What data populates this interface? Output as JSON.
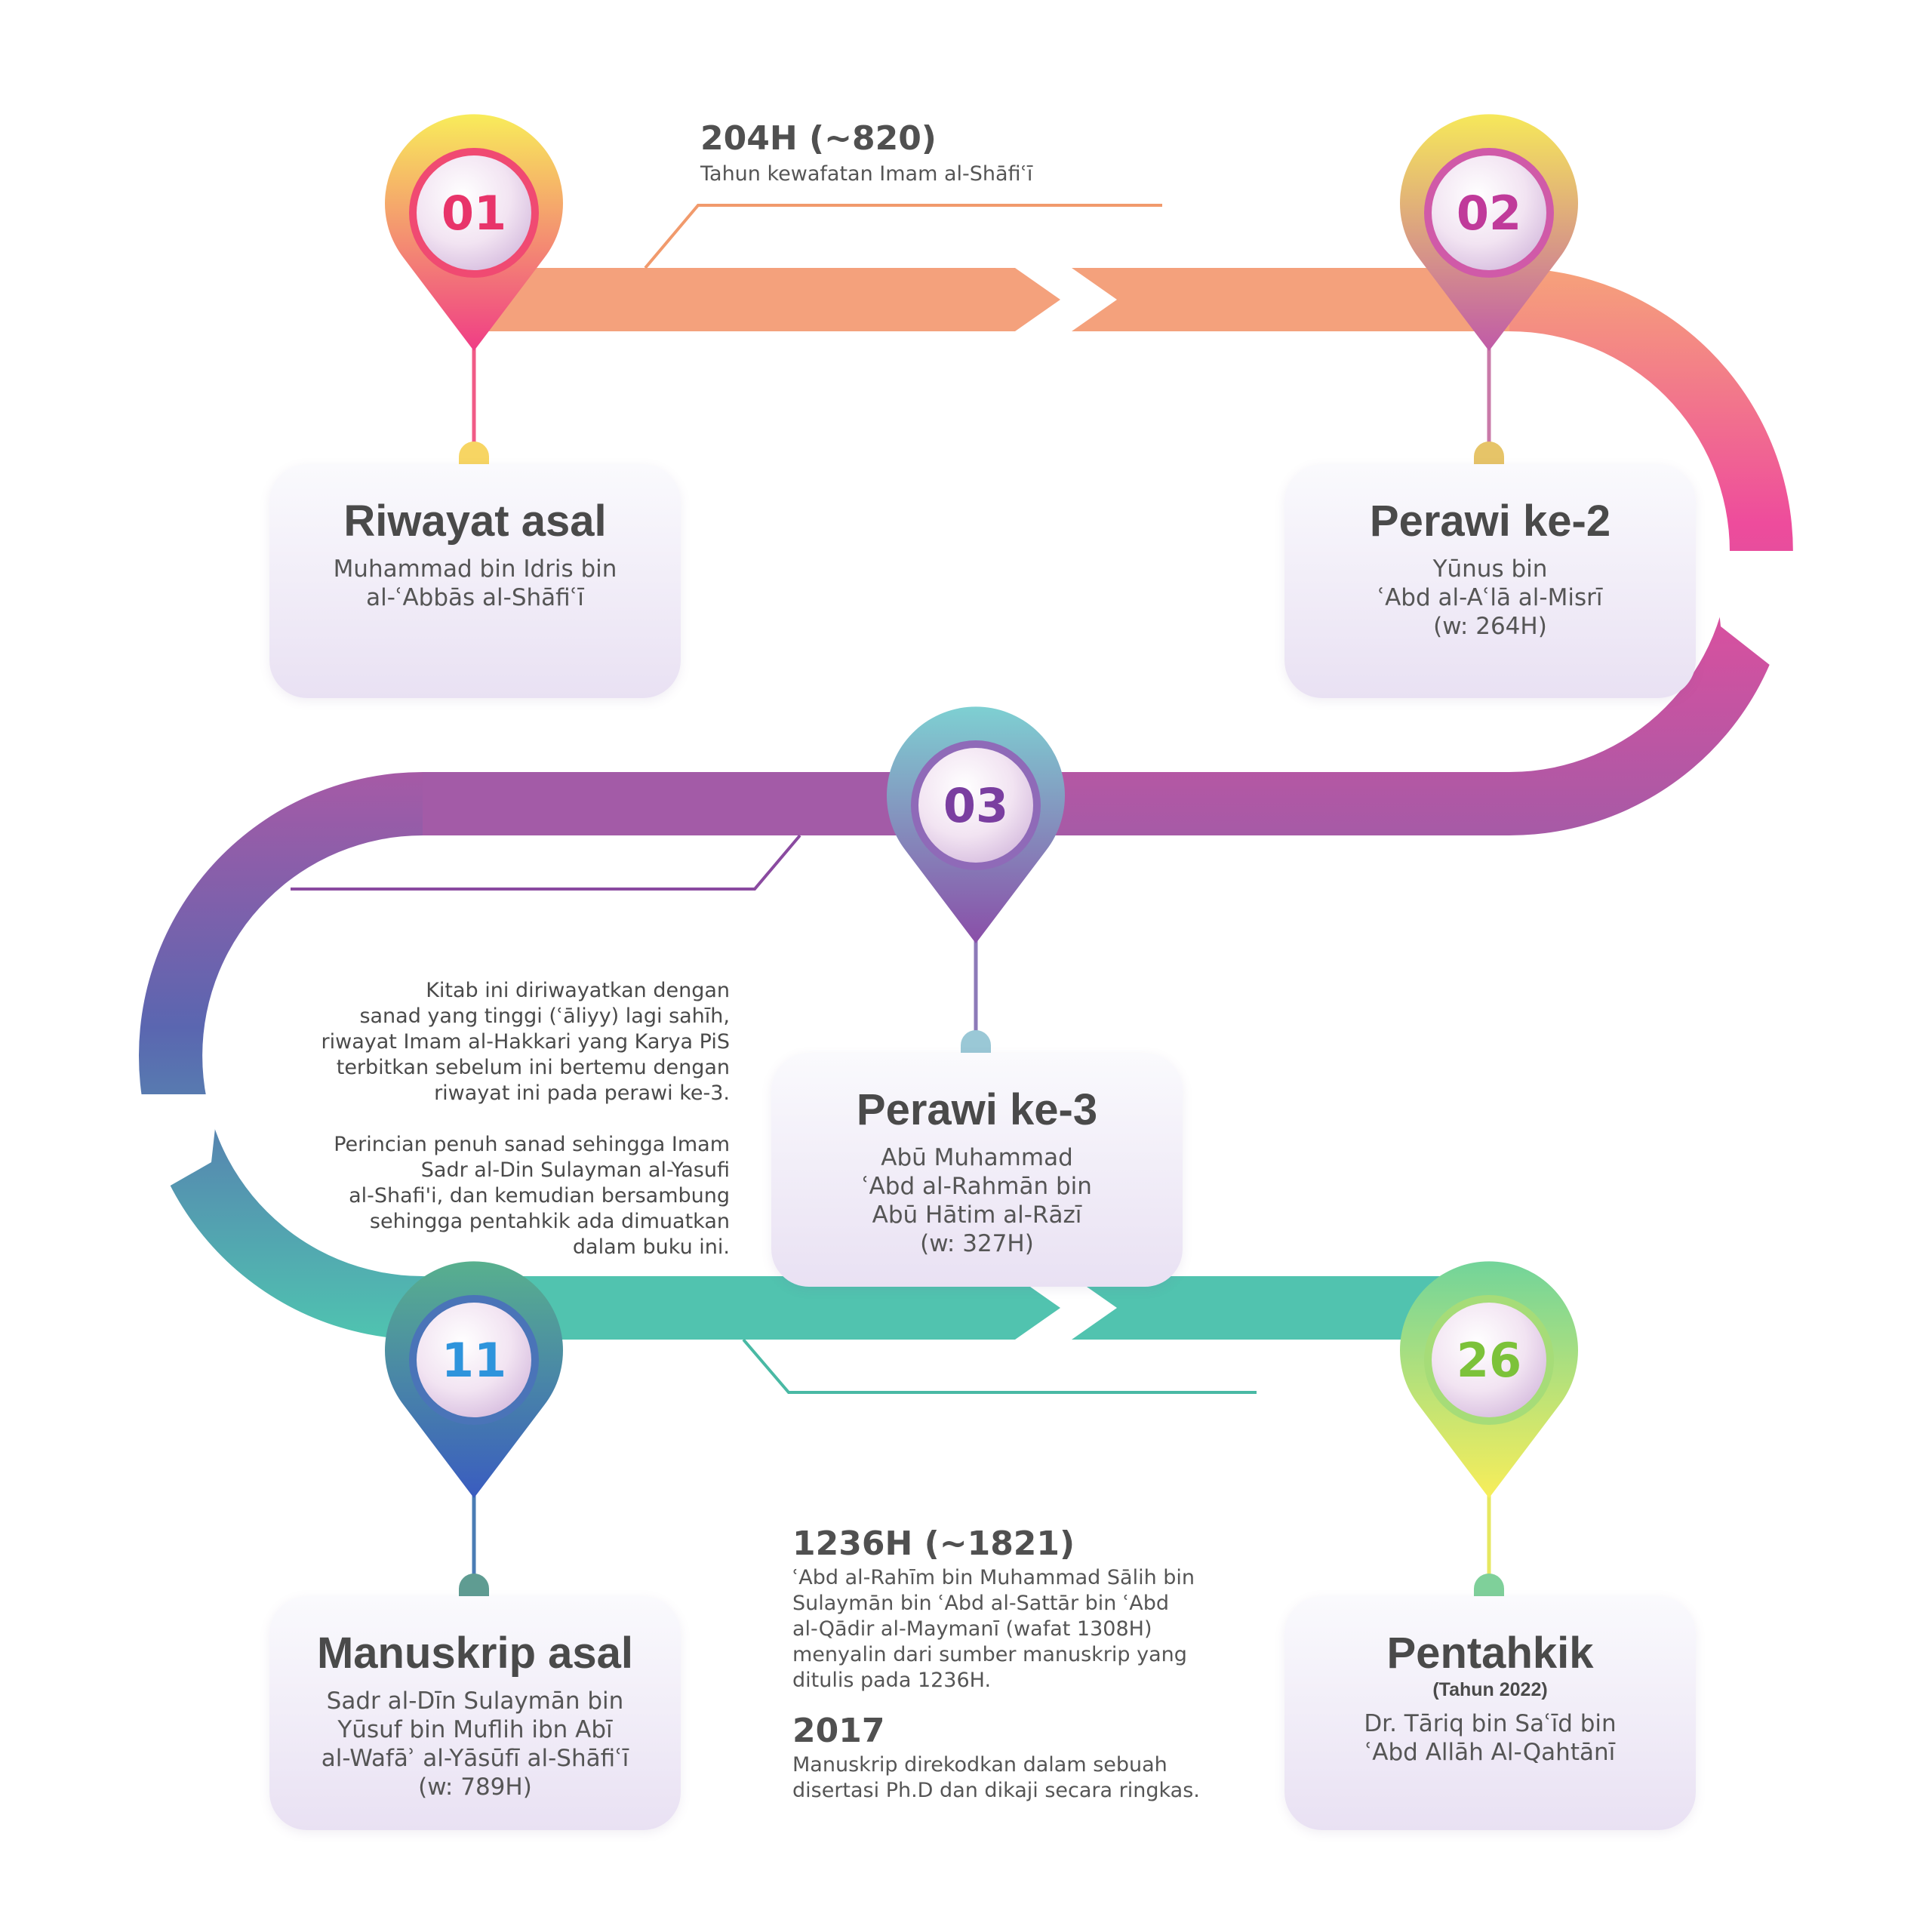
{
  "milestones": [
    {
      "number": "01",
      "title": "Riwayat asal",
      "text": "Muhammad bin Idris bin\nal-ʿAbbās al-Shāfiʿī"
    },
    {
      "number": "02",
      "title": "Perawi ke-2",
      "text": "Yūnus bin\nʿAbd al-Aʿlā al-Misrī\n(w: 264H)"
    },
    {
      "number": "03",
      "title": "Perawi ke-3",
      "text": "Abū Muhammad\nʿAbd al-Rahmān bin\nAbū Hātim al-Rāzī\n(w: 327H)"
    },
    {
      "number": "11",
      "title": "Manuskrip asal",
      "text": "Sadr al-Dīn Sulaymān bin\nYūsuf bin Muflih ibn Abī\nal-Wafāʾ al-Yāsūfī al-Shāfiʿī\n(w: 789H)"
    },
    {
      "number": "26",
      "title": "Pentahkik",
      "subtitle": "(Tahun 2022)",
      "text": "Dr. Tāriq bin Saʿīd bin\nʿAbd Allāh Al-Qahtānī"
    }
  ],
  "annotations": {
    "top": {
      "title": "204H (~820)",
      "text": "Tahun kewafatan Imam al-Shāfiʿī"
    },
    "middle_1": "Kitab ini diriwayatkan dengan\nsanad yang tinggi (ʿāliyy) lagi sahīh,\nriwayat Imam al-Hakkari yang Karya PiS\nterbitkan sebelum ini bertemu dengan\nriwayat ini pada perawi ke-3.",
    "middle_2": "Perincian penuh sanad sehingga Imam\nSadr al-Din Sulayman al-Yasufi\nal-Shafi'i, dan kemudian bersambung\nsehingga pentahkik ada dimuatkan\ndalam buku ini.",
    "bottom_1": {
      "title": "1236H (~1821)",
      "text": "ʿAbd al-Rahīm bin Muhammad Sālih bin\nSulaymān bin ʿAbd al-Sattār bin ʿAbd\nal-Qādir al-Maymanī (wafat 1308H)\nmenyalin dari sumber manuskrip yang\nditulis pada 1236H."
    },
    "bottom_2": {
      "title": "2017",
      "text": "Manuskrip direkodkan dalam sebuah\ndisertasi Ph.D dan dikaji secara ringkas."
    }
  },
  "colors": {
    "row1": "#f5a07a",
    "arc_right_top": "#f0509c",
    "arc_right_bottom": "#c04f9c",
    "row2": "#a65aa6",
    "arc_left_top": "#7a58a8",
    "arc_left_bottom": "#5a6eb0",
    "row3": "#4fc4b0",
    "pin01": "#f04a6e",
    "pin02": "#d05aa0",
    "pin03": "#8a68b4",
    "pin11": "#3a68b8",
    "pin26": "#f0e050"
  }
}
